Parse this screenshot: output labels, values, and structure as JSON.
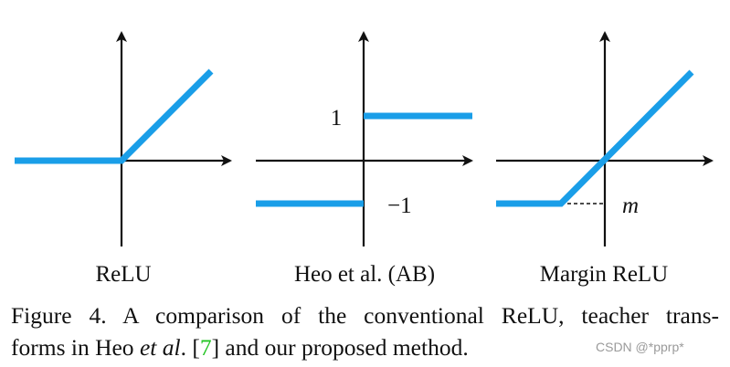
{
  "panels": [
    {
      "label": "ReLU"
    },
    {
      "label": "Heo et al. (AB)",
      "tick_labels": [
        "1",
        "−1"
      ]
    },
    {
      "label": "Margin ReLU",
      "tick_labels": [
        "m"
      ]
    }
  ],
  "caption": {
    "line1": "Figure 4. A comparison of the conventional ReLU, teacher trans-",
    "line2_part1": "forms in Heo ",
    "line2_italic": "et al",
    "line2_part2": ". [",
    "line2_cite": "7",
    "line2_part3": "] and our proposed method."
  },
  "watermark": "CSDN @*pprp*",
  "colors": {
    "curve": "#1a9ee8",
    "axis": "#111111",
    "cite": "#22c422",
    "watermark": "#9a9a9a"
  }
}
